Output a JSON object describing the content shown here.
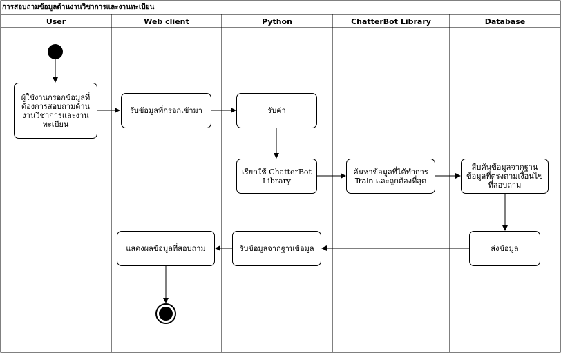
{
  "diagram": {
    "title": "การสอบถามข้อมูลด้านงานวิชาการและงานทะเบียน",
    "lanes": [
      "User",
      "Web client",
      "Python",
      "ChatterBot Library",
      "Database"
    ],
    "nodes": {
      "user_input": "ผู้ใช้งานกรอกข้อมูลที่ต้องการสอบถามด้านงานวิชาการและงานทะเบียน",
      "web_receive": "รับข้อมูลที่กรอกเข้ามา",
      "py_receive": "รับค่า",
      "py_call": "เรียกใช้ ChatterBot Library",
      "cb_search": "ค้นหาข้อมูลที่ได้ทำการ Train และถูกต้องที่สุด",
      "db_search": "สืบค้นข้อมูลจากฐานข้อมูลที่ตรงตามเงื่อนไขที่สอบถาม",
      "db_send": "ส่งข้อมูล",
      "py_return": "รับข้อมูลจากฐานข้อมูล",
      "web_show": "แสดงผลข้อมูลที่สอบถาม"
    }
  }
}
